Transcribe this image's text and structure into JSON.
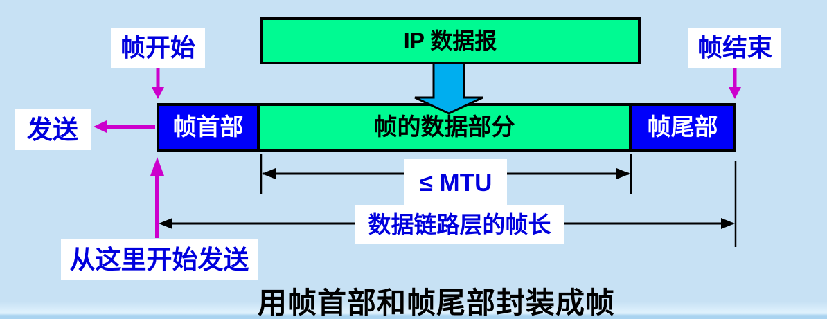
{
  "diagram": {
    "ip_box": {
      "label": "IP 数据报"
    },
    "frame": {
      "header_label": "帧首部",
      "data_label": "帧的数据部分",
      "trailer_label": "帧尾部"
    },
    "annotations": {
      "frame_start": "帧开始",
      "frame_end": "帧结束",
      "send": "发送",
      "mtu": "≤ MTU",
      "frame_length": "数据链路层的帧长",
      "start_sending": "从这里开始发送"
    },
    "title": "用帧首部和帧尾部封装成帧"
  },
  "colors": {
    "bg": "#C7E1F4",
    "bg_bottom_light": "#DDF0FC",
    "bg_bottom_bar": "#A9D3F0",
    "box_green": "#00FA92",
    "box_blue": "#0000FA",
    "arrow_cyan": "#00AEEF",
    "arrow_magenta": "#CC00CC",
    "label_bg": "#FFFFFF",
    "label_text": "#0000DD",
    "outline": "#000000"
  }
}
